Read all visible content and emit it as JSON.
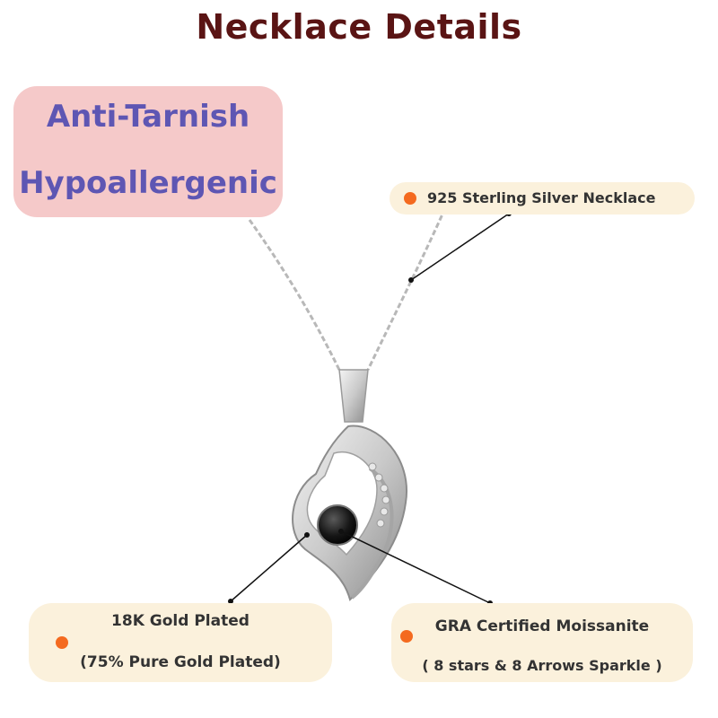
{
  "page": {
    "title": "Necklace Details"
  },
  "features": {
    "line1": "Anti-Tarnish",
    "line2": "Hypoallergenic"
  },
  "callouts": {
    "silver": {
      "label": "925 Sterling Silver Necklace"
    },
    "gold": {
      "line1": "18K Gold Plated",
      "line2": "(75% Pure Gold Plated)"
    },
    "moissanite": {
      "line1": "GRA Certified Moissanite",
      "line2": "( 8 stars & 8 Arrows Sparkle )"
    }
  },
  "colors": {
    "title": "#5a1414",
    "feature_text": "#5e56b3",
    "feature_bg": "#f5c9c9",
    "pill_bg": "#fbf1dc",
    "dot": "#f46a1f"
  }
}
